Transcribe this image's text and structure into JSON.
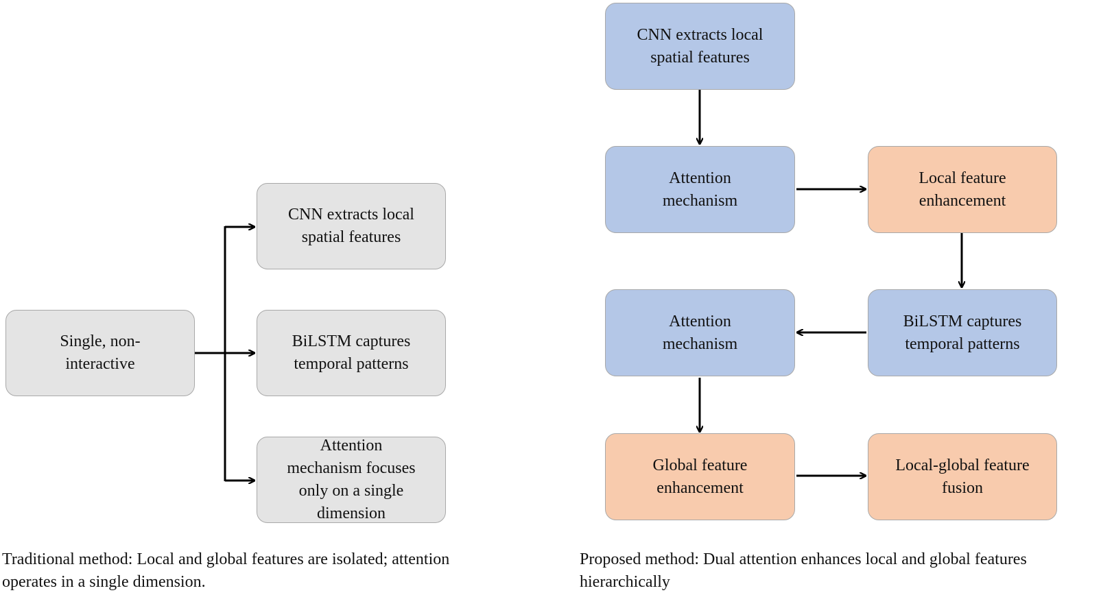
{
  "traditional": {
    "source_box": "Single, non-\ninteractive",
    "targets": [
      "CNN extracts local\nspatial features",
      "BiLSTM captures\ntemporal patterns",
      "Attention\nmechanism focuses\nonly on a single\ndimension"
    ],
    "caption": "Traditional method: Local and global features are isolated; attention\noperates in a single dimension."
  },
  "proposed": {
    "cnn": "CNN extracts local\nspatial features",
    "attention_1": "Attention\nmechanism",
    "local_enhancement": "Local feature\nenhancement",
    "bilstm": "BiLSTM captures\ntemporal patterns",
    "attention_2": "Attention\nmechanism",
    "global_enhancement": "Global feature\nenhancement",
    "fusion": "Local-global feature\nfusion",
    "caption": "Proposed method: Dual attention enhances local and global features\nhierarchically"
  },
  "colors": {
    "gray_fill": "#e4e4e4",
    "blue_fill": "#b4c7e7",
    "orange_fill": "#f8cbad",
    "arrow": "#000000"
  }
}
